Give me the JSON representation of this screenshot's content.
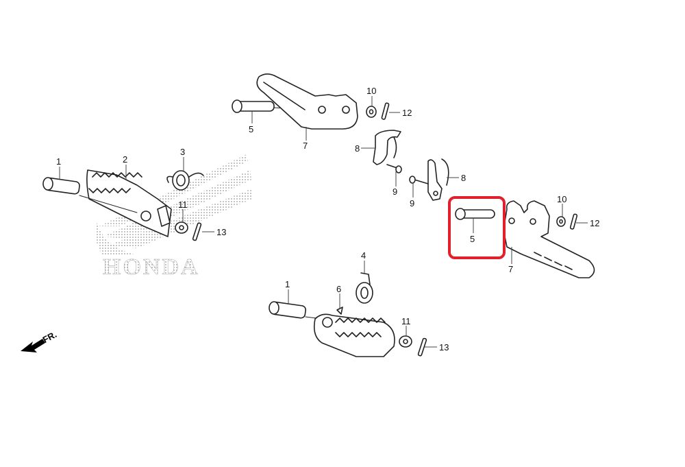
{
  "diagram": {
    "type": "exploded-parts-diagram",
    "subject": "Footpeg / Step assembly",
    "watermark": "HONDA",
    "direction_indicator": "FR.",
    "highlight": {
      "part": "5",
      "color": "#e0202a"
    },
    "callouts": [
      {
        "id": "1a",
        "number": "1",
        "part": "pin (left footpeg)"
      },
      {
        "id": "2",
        "number": "2",
        "part": "footpeg (left)"
      },
      {
        "id": "3",
        "number": "3",
        "part": "spring (left)"
      },
      {
        "id": "11a",
        "number": "11",
        "part": "washer (left)"
      },
      {
        "id": "13a",
        "number": "13",
        "part": "cotter pin (left)"
      },
      {
        "id": "5a",
        "number": "5",
        "part": "pin (upper bracket)"
      },
      {
        "id": "7a",
        "number": "7",
        "part": "passenger step bracket (upper)"
      },
      {
        "id": "10a",
        "number": "10",
        "part": "washer (upper)"
      },
      {
        "id": "12a",
        "number": "12",
        "part": "cotter pin (upper)"
      },
      {
        "id": "8a",
        "number": "8",
        "part": "clamp (left)"
      },
      {
        "id": "9a",
        "number": "9",
        "part": "bolt (left clamp)"
      },
      {
        "id": "8b",
        "number": "8",
        "part": "clamp (right)"
      },
      {
        "id": "9b",
        "number": "9",
        "part": "bolt (right clamp)"
      },
      {
        "id": "5b",
        "number": "5",
        "part": "pin (right bracket) - highlighted"
      },
      {
        "id": "7b",
        "number": "7",
        "part": "passenger step bracket (right)"
      },
      {
        "id": "10b",
        "number": "10",
        "part": "washer (right)"
      },
      {
        "id": "12b",
        "number": "12",
        "part": "cotter pin (right)"
      },
      {
        "id": "4",
        "number": "4",
        "part": "spring (right)"
      },
      {
        "id": "1b",
        "number": "1",
        "part": "pin (right footpeg)"
      },
      {
        "id": "6",
        "number": "6",
        "part": "footpeg (right)"
      },
      {
        "id": "11b",
        "number": "11",
        "part": "washer (right footpeg)"
      },
      {
        "id": "13b",
        "number": "13",
        "part": "cotter pin (right footpeg)"
      }
    ],
    "labels": {
      "l1a": "1",
      "l2": "2",
      "l3": "3",
      "l11a": "11",
      "l13a": "13",
      "l5a": "5",
      "l7a": "7",
      "l10a": "10",
      "l12a": "12",
      "l8a": "8",
      "l9a": "9",
      "l8b": "8",
      "l9b": "9",
      "l5b": "5",
      "l7b": "7",
      "l10b": "10",
      "l12b": "12",
      "l4": "4",
      "l1b": "1",
      "l6": "6",
      "l11b": "11",
      "l13b": "13"
    }
  }
}
